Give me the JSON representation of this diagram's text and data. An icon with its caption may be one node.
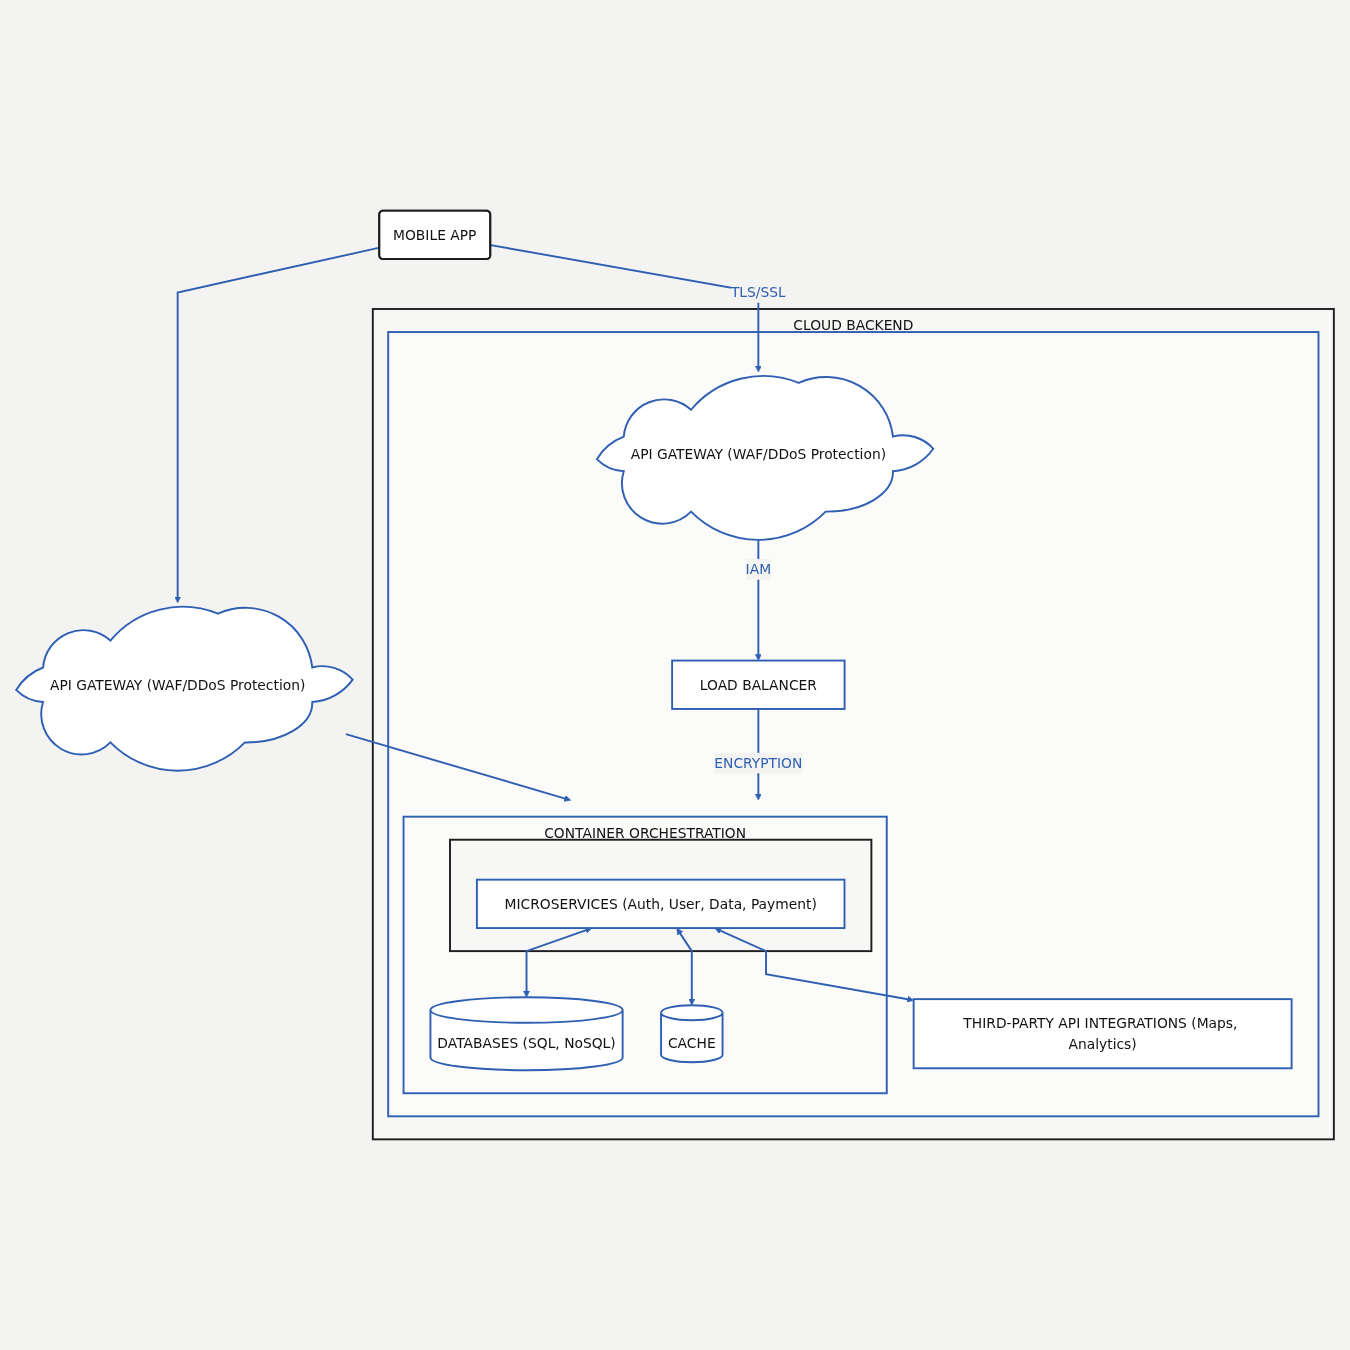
{
  "diagram": {
    "nodes": [
      {
        "text": [
          "MOBILE APP"
        ]
      },
      {
        "text": [
          "API GATEWAY (WAF/DDoS Protection)"
        ]
      },
      {
        "text": [
          "CLOUD BACKEND"
        ]
      },
      {
        "text": [],
        "shape": "box",
        "in": 2
      },
      {
        "text": [
          "API GATEWAY (WAF/DDoS Protection)"
        ],
        "in": 3
      },
      {
        "text": [
          "LOAD BALANCER"
        ],
        "in": 3
      },
      {
        "text": [
          "CONTAINER ORCHESTRATION"
        ],
        "in": 3
      },
      {
        "text": [],
        "shape": "box",
        "in": 6
      },
      {
        "text": [
          "MICROSERVICES (Auth, User, Data, Payment)"
        ],
        "in": 7
      },
      {
        "text": [
          "THIRD-PARTY API INTEGRATIONS (Maps, Analytics)"
        ],
        "in": 3
      },
      {
        "text": [
          "DATABASES (SQL, NoSQL)"
        ],
        "in": 6
      },
      {
        "text": [
          "CACHE"
        ],
        "in": 6
      }
    ],
    "edges": [
      {
        "from": 0,
        "to": 4,
        "arrow": "to",
        "label": "TLS/SSL"
      },
      {
        "from": 0,
        "to": 1,
        "arrow": "to"
      },
      {
        "from": 1,
        "to": 6,
        "arrow": "to"
      },
      {
        "from": 4,
        "to": 5,
        "arrow": "to",
        "label": "IAM"
      },
      {
        "from": 5,
        "to": 6,
        "arrow": "to",
        "label": "ENCRYPTION"
      },
      {
        "from": 8,
        "to": 9,
        "arrow": "both"
      },
      {
        "from": 8,
        "to": 10,
        "arrow": "both"
      },
      {
        "from": 8,
        "to": 11,
        "arrow": "both"
      }
    ]
  }
}
